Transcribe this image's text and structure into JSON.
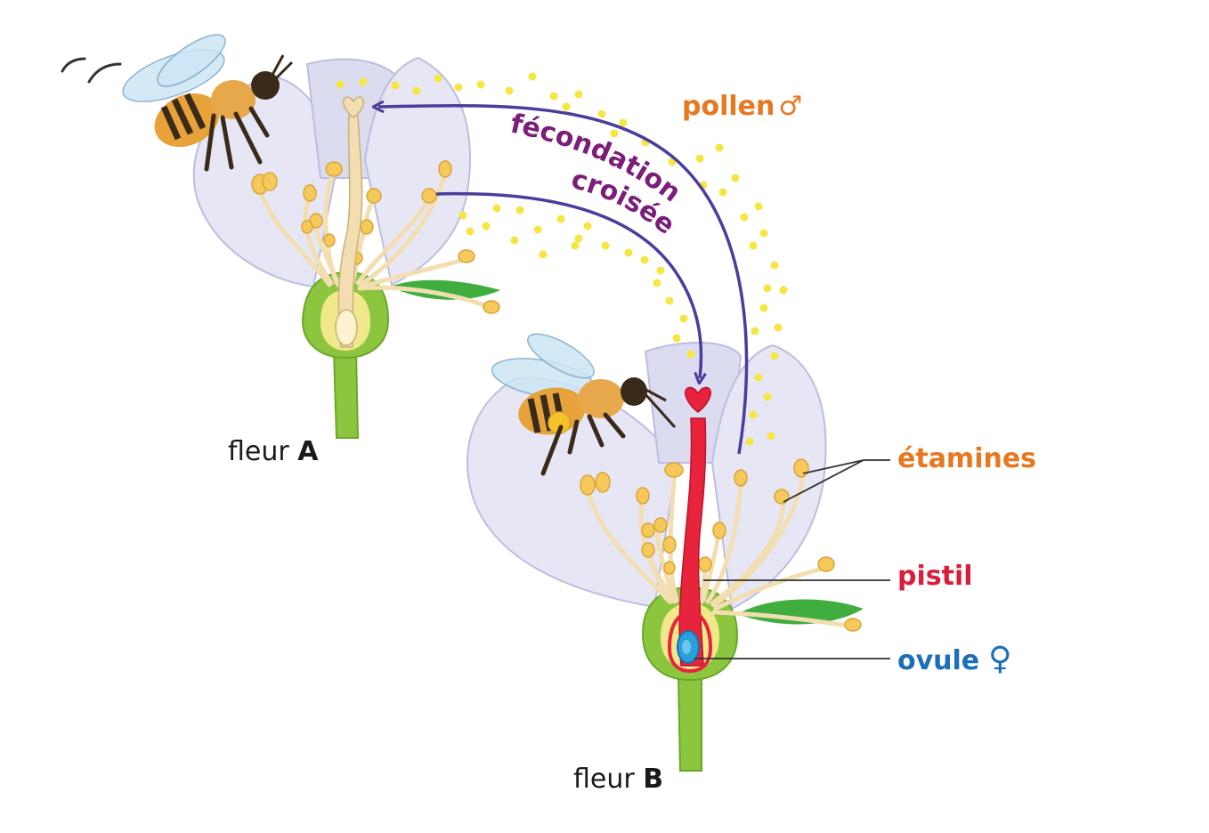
{
  "flowers": {
    "a": {
      "caption": "fleur ",
      "letter": "A"
    },
    "b": {
      "caption": "fleur ",
      "letter": "B"
    }
  },
  "labels": {
    "pollen": "pollen",
    "male_symbol": "♂",
    "fecondation": "fécondation",
    "croisee": "croisée",
    "etamines": "étamines",
    "pistil": "pistil",
    "ovule": "ovule",
    "female_symbol": "♀"
  },
  "colors": {
    "petal": "#e6e6f5",
    "pollen": "#f5e642",
    "arrow": "#4b3d9c",
    "pistil": "#e8243c",
    "ovule": "#2a9fd8",
    "leaf": "#3fae3f",
    "receptacle": "#8cc63f",
    "stamen": "#f6c95a",
    "label_orange": "#e87722",
    "label_purple": "#7b1e7a"
  }
}
